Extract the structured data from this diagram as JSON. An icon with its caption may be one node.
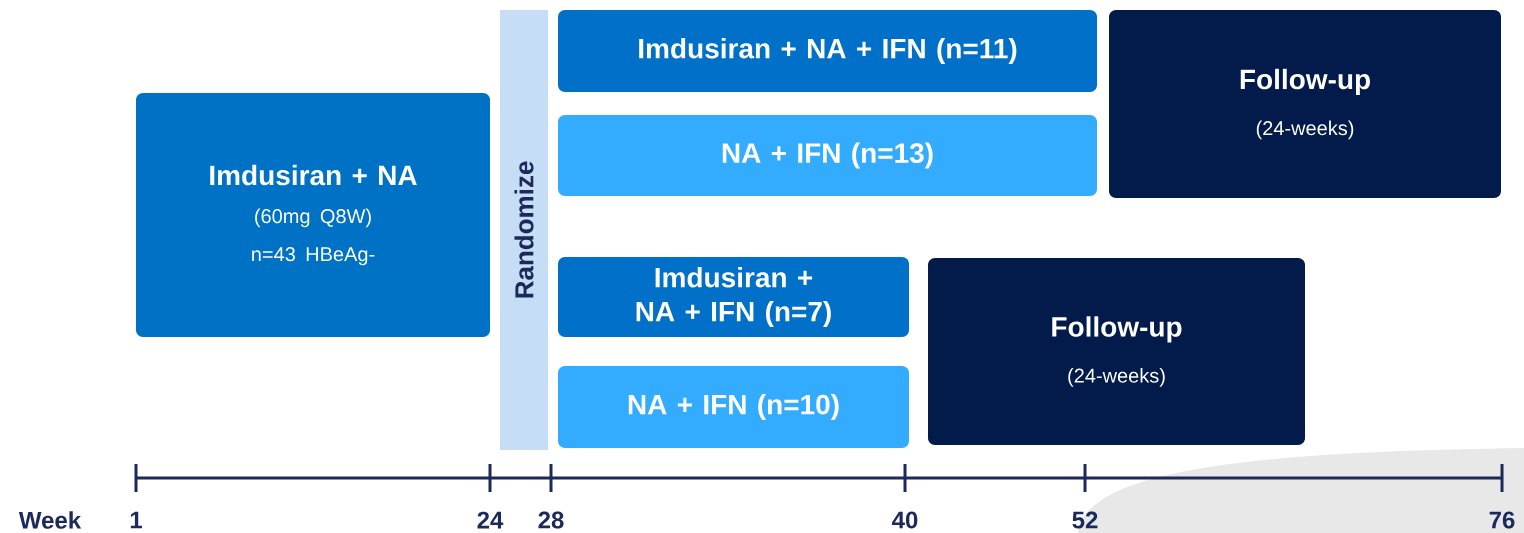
{
  "diagram": {
    "nodes": [
      {
        "text": [
          "Imdusiran + NA",
          "(60mg Q8W)",
          "n=43 HBeAg-"
        ]
      },
      {
        "text": [
          "Randomize"
        ]
      },
      {
        "text": [
          "Imdusiran + NA + IFN (n=11)"
        ]
      },
      {
        "text": [
          "NA + IFN (n=13)"
        ]
      },
      {
        "text": [
          "Imdusiran + NA + IFN (n=7)"
        ]
      },
      {
        "text": [
          "NA + IFN (n=10)"
        ]
      },
      {
        "text": [
          "Follow-up",
          "(24-weeks)"
        ]
      },
      {
        "text": [
          "Follow-up",
          "(24-weeks)"
        ]
      }
    ],
    "labels": [
      "Week",
      "1",
      "24",
      "28",
      "40",
      "52",
      "76"
    ]
  }
}
